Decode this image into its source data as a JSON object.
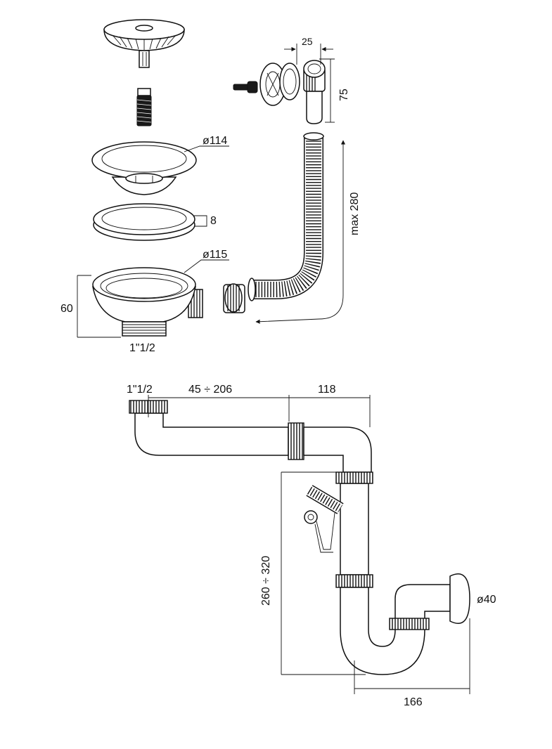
{
  "dimensions": {
    "strainer_width": "25",
    "strainer_height": "75",
    "flange_diameter": "ø114",
    "gasket_thickness": "8",
    "body_diameter": "ø115",
    "hose_length": "max 280",
    "body_height": "60",
    "body_thread": "1\"1/2",
    "inlet_thread": "1\"1/2",
    "horizontal_range": "45 ÷ 206",
    "horizontal_offset": "118",
    "vertical_range": "260 ÷ 320",
    "outlet_diameter": "ø40",
    "outlet_offset": "166"
  },
  "colors": {
    "line": "#111111",
    "background": "#ffffff"
  }
}
